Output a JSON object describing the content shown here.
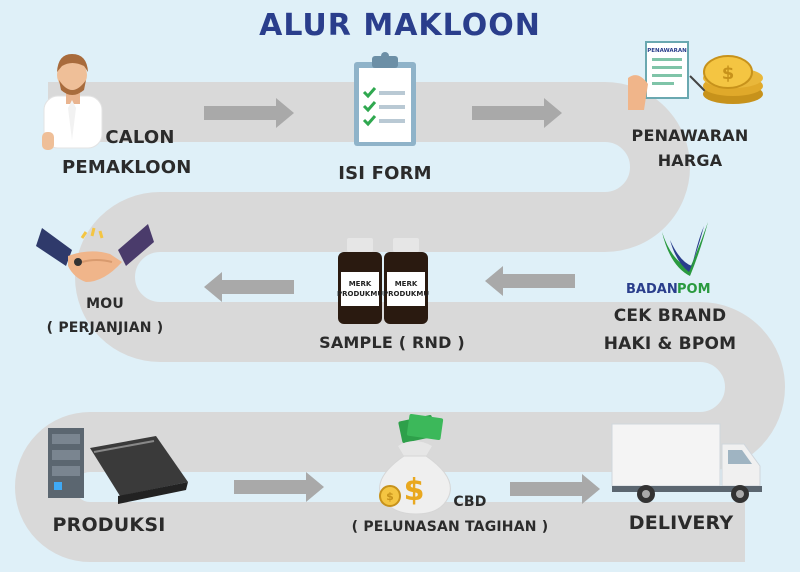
{
  "title": "ALUR MAKLOON",
  "steps": [
    {
      "label_line1": "CALON",
      "label_line2": "PEMAKLOON"
    },
    {
      "label_line1": "ISI FORM"
    },
    {
      "label_line1": "PENAWARAN",
      "label_line2": "HARGA"
    },
    {
      "label_line1": "CEK BRAND",
      "label_line2": "HAKI & BPOM"
    },
    {
      "label_line1": "SAMPLE ( RND )"
    },
    {
      "label_line1": "MOU",
      "label_line2": "( PERJANJIAN )"
    },
    {
      "label_line1": "PRODUKSI"
    },
    {
      "label_line1": "CBD",
      "label_line2": "( PELUNASAN TAGIHAN )"
    },
    {
      "label_line1": "DELIVERY"
    }
  ],
  "clipboard_header": "PENAWARAN",
  "badan_pom": {
    "left": "BADAN",
    "right": "POM"
  },
  "bottle_label": {
    "line1": "MERK",
    "line2": "PRODUKMU"
  },
  "colors": {
    "background": "#dff0f8",
    "path": "#d9d9d9",
    "arrow": "#a9a9a9",
    "title": "#2a3e8c",
    "text": "#2b2b2b",
    "bpom_blue": "#2a3e8c",
    "bpom_green": "#2a9a3f"
  },
  "icons": [
    "person-icon",
    "clipboard-icon",
    "contract-coins-icon",
    "bpom-logo",
    "bottles-icon",
    "handshake-icon",
    "conveyor-machine-icon",
    "money-bag-icon",
    "truck-icon"
  ]
}
